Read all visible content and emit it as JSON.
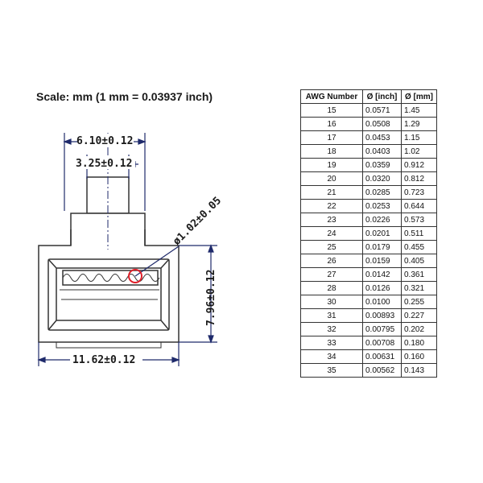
{
  "scale": {
    "text": "Scale: mm (1 mm = 0.03937 inch)"
  },
  "dimensions": {
    "top_width": "6.10±0.12",
    "tab_width": "3.25±0.12",
    "wire_diameter": "ø1.02±0.05",
    "height": "7.96±0.12",
    "bottom_width": "11.62±0.12"
  },
  "colors": {
    "line": "#1f2a6b",
    "highlight": "#e0202a",
    "outline": "#333333"
  },
  "awg_table": {
    "headers": [
      "AWG Number",
      "Ø [inch]",
      "Ø [mm]"
    ],
    "rows": [
      [
        "15",
        "0.0571",
        "1.45"
      ],
      [
        "16",
        "0.0508",
        "1.29"
      ],
      [
        "17",
        "0.0453",
        "1.15"
      ],
      [
        "18",
        "0.0403",
        "1.02"
      ],
      [
        "19",
        "0.0359",
        "0.912"
      ],
      [
        "20",
        "0.0320",
        "0.812"
      ],
      [
        "21",
        "0.0285",
        "0.723"
      ],
      [
        "22",
        "0.0253",
        "0.644"
      ],
      [
        "23",
        "0.0226",
        "0.573"
      ],
      [
        "24",
        "0.0201",
        "0.511"
      ],
      [
        "25",
        "0.0179",
        "0.455"
      ],
      [
        "26",
        "0.0159",
        "0.405"
      ],
      [
        "27",
        "0.0142",
        "0.361"
      ],
      [
        "28",
        "0.0126",
        "0.321"
      ],
      [
        "30",
        "0.0100",
        "0.255"
      ],
      [
        "31",
        "0.00893",
        "0.227"
      ],
      [
        "32",
        "0.00795",
        "0.202"
      ],
      [
        "33",
        "0.00708",
        "0.180"
      ],
      [
        "34",
        "0.00631",
        "0.160"
      ],
      [
        "35",
        "0.00562",
        "0.143"
      ]
    ]
  }
}
